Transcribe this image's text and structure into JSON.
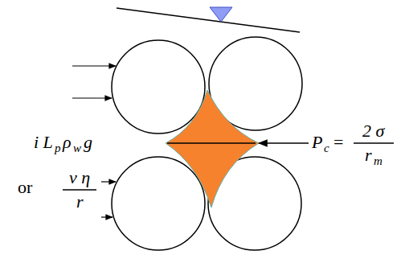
{
  "diagram": {
    "labels": [
      "i L",
      "p",
      "ρ",
      "w",
      "g",
      "or",
      "v η",
      "r",
      "P",
      "c",
      "=",
      "2 σ",
      "r",
      "m"
    ]
  }
}
